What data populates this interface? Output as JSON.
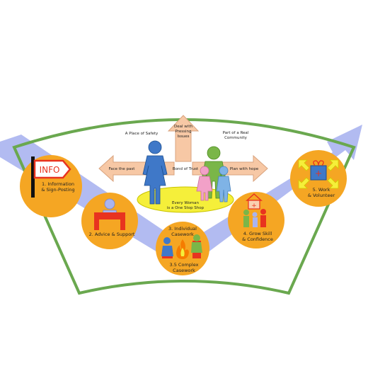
{
  "diagram": {
    "colors": {
      "outline_green": "#6aa84f",
      "path_blue": "#aab4ef",
      "circle_orange": "#f5a623",
      "ellipse_yellow": "#f5ef3a",
      "arrow_peach": "#f7c8a5",
      "woman_blue": "#3f78c8",
      "man_green": "#7ab648",
      "girl_pink": "#f2a1c8",
      "boy_blue": "#7fb3e6",
      "red": "#e8331f"
    },
    "center": {
      "top_arrow": "Deal with\nPressing\nIssues",
      "left_arrow": "Face the past",
      "right_arrow": "Plan with hope",
      "bond": "Bond of Trust",
      "ellipse": "Every Woman\nis a One Stop Shop",
      "left_caption": "A Place of Safety",
      "right_caption": "Part of a Real\nCommunity"
    },
    "steps": [
      {
        "label": "1. Information\n& Sign-Posting",
        "sign": "INFO",
        "icon": "info-sign-icon"
      },
      {
        "label": "2. Advice & Support",
        "icon": "advisor-desk-icon"
      },
      {
        "label": "3. Individual\nCasework",
        "label_b": "3.5 Complex\nCasework",
        "icon": "casework-fire-icon"
      },
      {
        "label": "4. Grow Skill\n& Confidence",
        "icon": "family-house-icon"
      },
      {
        "label": "5. Work\n& Volunteer",
        "icon": "gift-box-icon"
      }
    ]
  }
}
